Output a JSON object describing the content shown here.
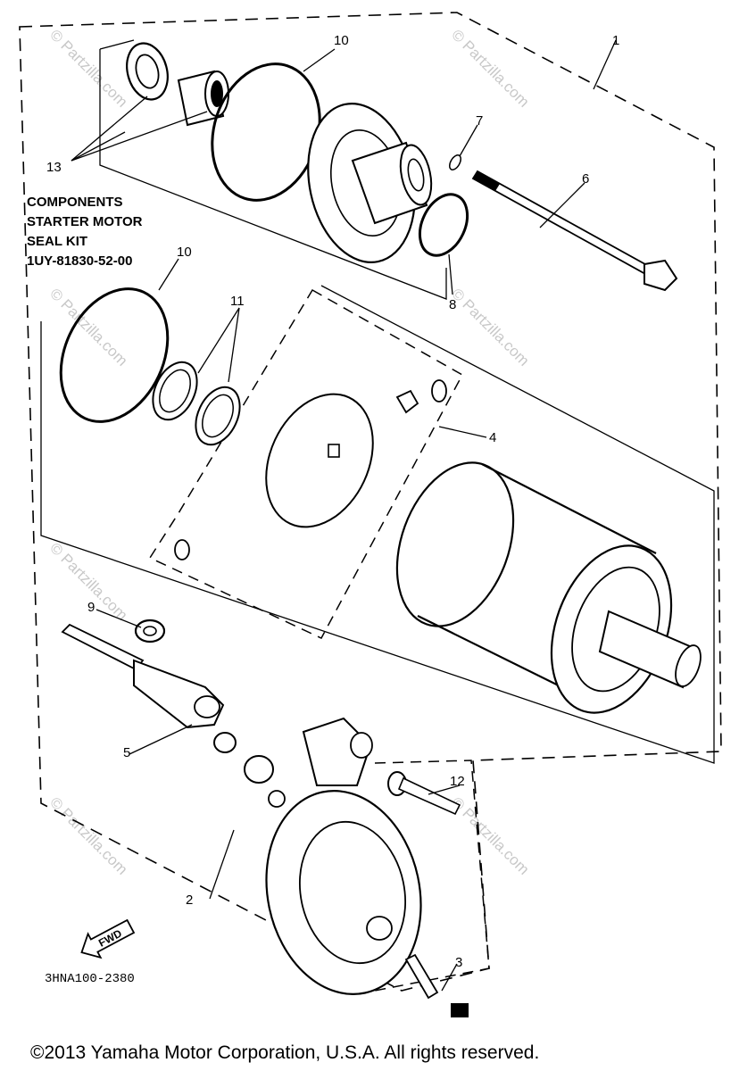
{
  "callouts": {
    "c1": "1",
    "c2": "2",
    "c3": "3",
    "c4": "4",
    "c5": "5",
    "c6": "6",
    "c7": "7",
    "c8": "8",
    "c9": "9",
    "c10_top": "10",
    "c10_left": "10",
    "c11": "11",
    "c12": "12",
    "c13": "13"
  },
  "kit_label": {
    "line1": "COMPONENTS",
    "line2": "STARTER MOTOR",
    "line3": "SEAL KIT",
    "line4": "1UY-81830-52-00"
  },
  "fwd_arrow_text": "FWD",
  "drawing_code": "3HNA100-2380",
  "copyright": "©2013 Yamaha Motor Corporation, U.S.A. All rights reserved.",
  "watermark_text": "© Partzilla.com"
}
